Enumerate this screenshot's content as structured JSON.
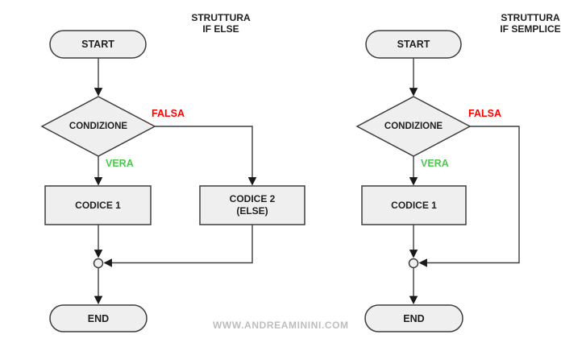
{
  "watermark": "WWW.ANDREAMININI.COM",
  "colors": {
    "background": "#ffffff",
    "shape_fill": "#efefef",
    "shape_border": "#3d3d3d",
    "connector": "#3d3d3d",
    "arrowhead": "#1a1a1a",
    "text": "#1f1f1f",
    "false_branch": "#ff0000",
    "true_branch": "#4dc74d",
    "watermark": "#bdbdbd"
  },
  "flowcharts": {
    "if_else": {
      "title_line1": "STRUTTURA",
      "title_line2": "IF ELSE",
      "start_label": "START",
      "condition_label": "CONDIZIONE",
      "false_label": "FALSA",
      "true_label": "VERA",
      "code1_label": "CODICE 1",
      "code2_line1": "CODICE 2",
      "code2_line2": "(ELSE)",
      "end_label": "END"
    },
    "if_simple": {
      "title_line1": "STRUTTURA",
      "title_line2": "IF SEMPLICE",
      "start_label": "START",
      "condition_label": "CONDIZIONE",
      "false_label": "FALSA",
      "true_label": "VERA",
      "code1_label": "CODICE 1",
      "end_label": "END"
    }
  }
}
